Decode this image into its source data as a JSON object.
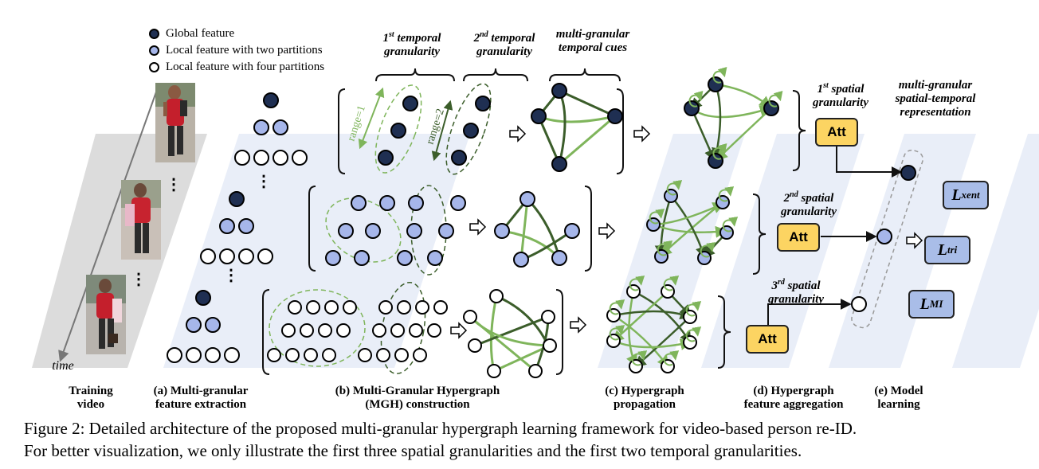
{
  "legend": {
    "global": "Global feature",
    "two": "Local feature with two partitions",
    "four": "Local feature with four partitions"
  },
  "colors": {
    "global": "#1f2f52",
    "two": "#a6b6ea",
    "four": "#ffffff",
    "band": "#e9eef8",
    "edge_dark": "#3b5d2a",
    "edge_light": "#7fb55b",
    "att": "#fcd462",
    "loss": "#a9bde8"
  },
  "top_labels": {
    "t1": "1st temporal granularity",
    "t1_sup": "st",
    "t1_a": "1",
    "t1_b": " temporal",
    "t1_c": "granularity",
    "t2_a": "2",
    "t2_sup": "nd",
    "t2_b": " temporal",
    "t2_c": "granularity",
    "mg_a": "multi-granular",
    "mg_b": "temporal cues",
    "range1": "range=1",
    "range2": "range=2"
  },
  "spatial": {
    "s1_a": "1",
    "s1_sup": "st",
    "s1_b": " spatial",
    "s1_c": "granularity",
    "s2_a": "2",
    "s2_sup": "nd",
    "s2_b": " spatial",
    "s2_c": "granularity",
    "s3_a": "3",
    "s3_sup": "rd",
    "s3_b": " spatial",
    "s3_c": "granularity",
    "rep_a": "multi-granular",
    "rep_b": "spatial-temporal",
    "rep_c": "representation"
  },
  "att_label": "Att",
  "losses": [
    {
      "main": "L",
      "sub": "xent"
    },
    {
      "main": "L",
      "sub": "tri"
    },
    {
      "main": "L",
      "sub": "MI"
    }
  ],
  "time_label": "time",
  "dots": "⋮",
  "stages": {
    "video_a": "Training",
    "video_b": "video",
    "a_a": "(a)   Multi-granular",
    "a_b": "feature extraction",
    "b_a": "(b) Multi-Granular Hypergraph",
    "b_b": "(MGH) construction",
    "c_a": "(c) Hypergraph",
    "c_b": "propagation",
    "d_a": "(d) Hypergraph",
    "d_b": "feature aggregation",
    "e_a": "(e) Model",
    "e_b": "learning"
  },
  "caption": {
    "line1": "Figure 2: Detailed architecture of the proposed multi-granular hypergraph learning framework for video-based person re-ID.",
    "line2": "For better visualization, we only illustrate the first three spatial granularities and the first two temporal granularities."
  }
}
